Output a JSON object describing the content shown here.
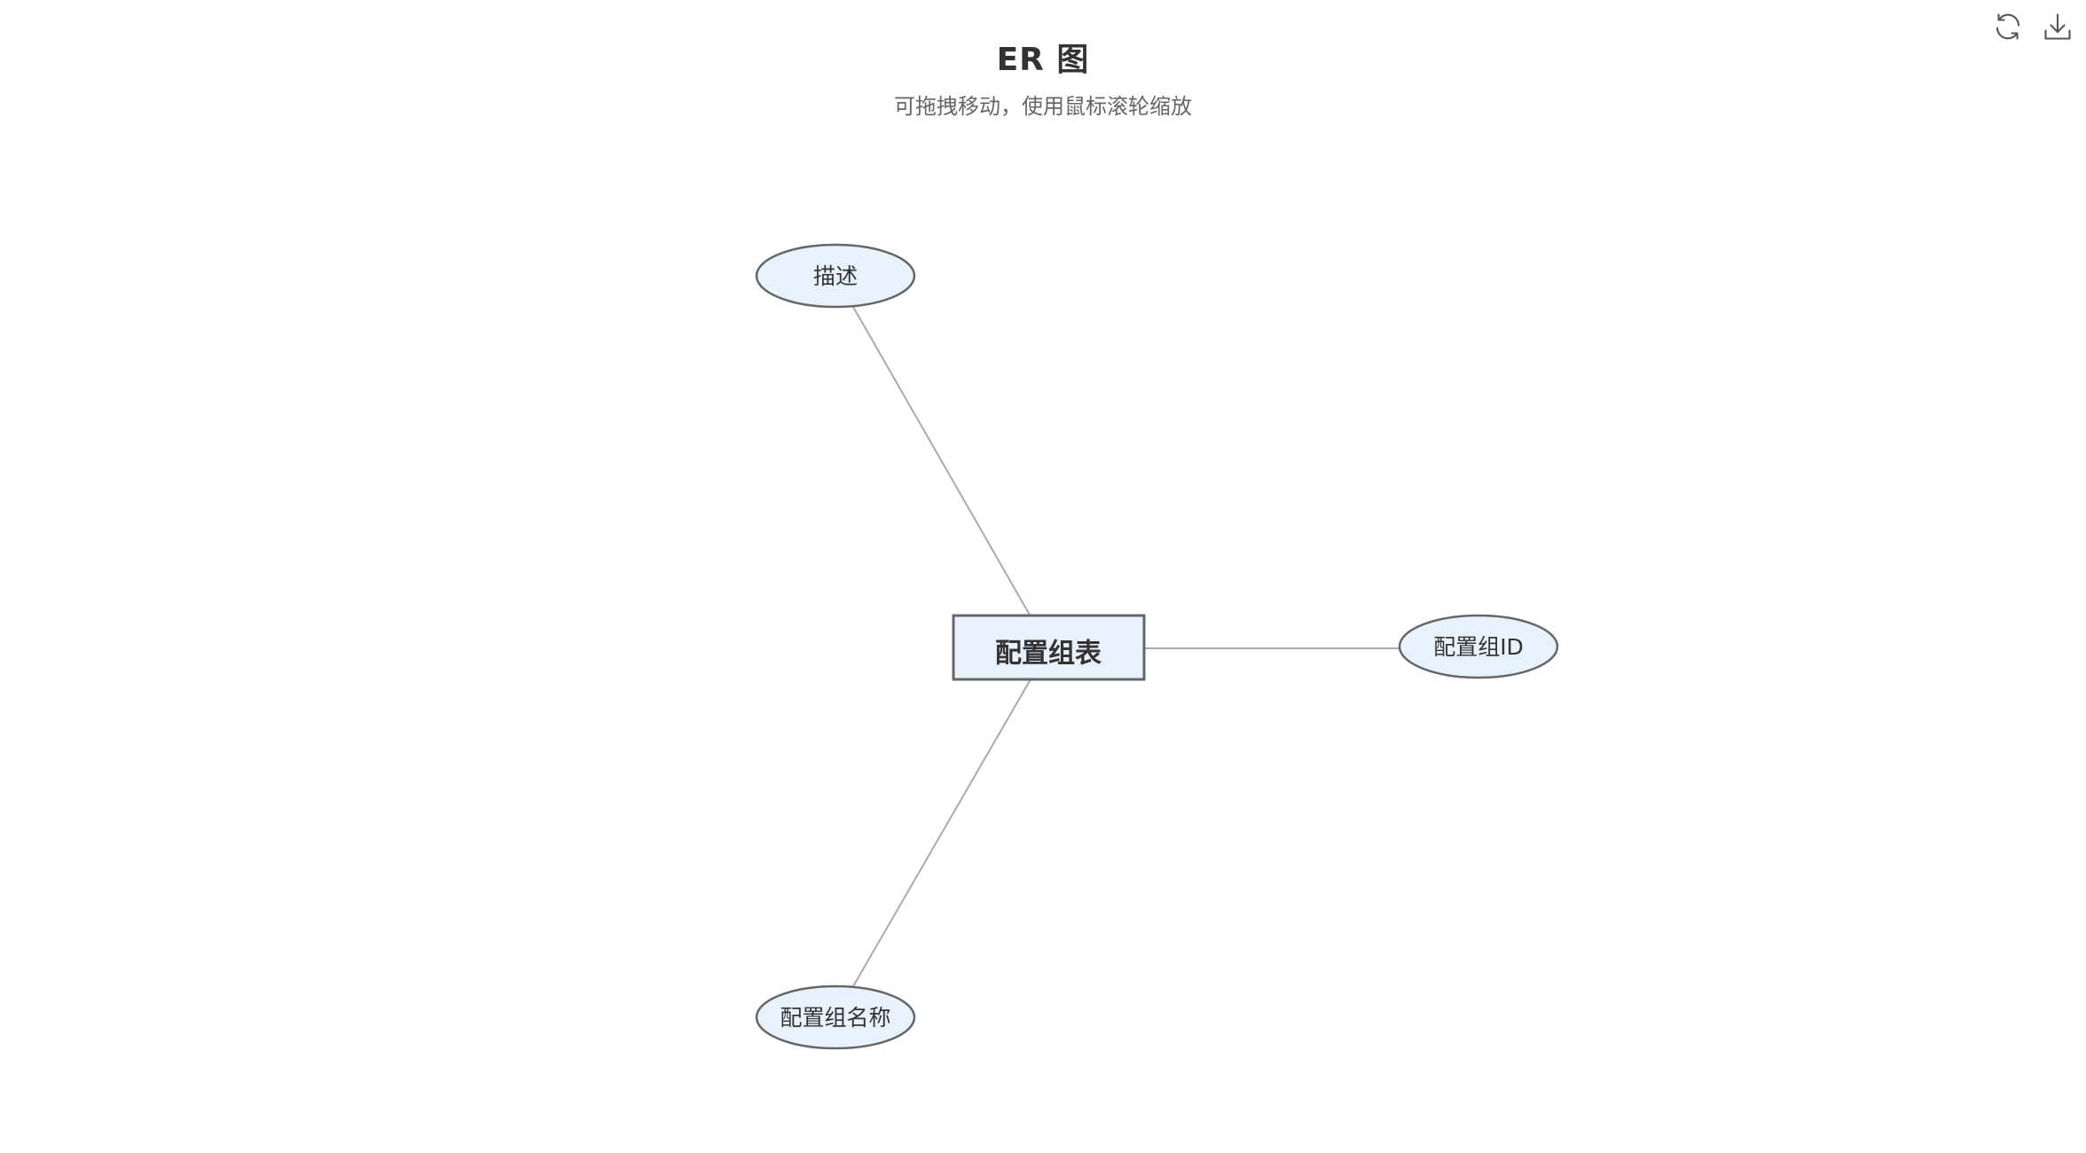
{
  "header": {
    "title": "ER 图",
    "subtitle": "可拖拽移动，使用鼠标滚轮缩放"
  },
  "toolbar": {
    "refresh_icon": "refresh-icon",
    "download_icon": "download-icon"
  },
  "diagram": {
    "entity": {
      "label": "配置组表"
    },
    "attributes": [
      {
        "label": "描述"
      },
      {
        "label": "配置组ID"
      },
      {
        "label": "配置组名称"
      }
    ]
  },
  "colors": {
    "node_fill": "#e8f2fd",
    "node_stroke": "#666666",
    "edge": "#aaaaaa",
    "text": "#333333",
    "icon": "#555555"
  }
}
